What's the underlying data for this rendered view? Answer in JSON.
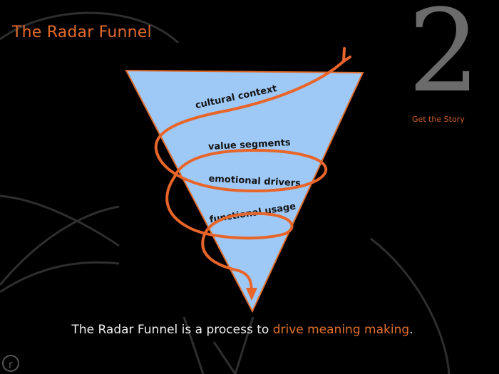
{
  "slide": {
    "title": "The Radar Funnel",
    "step_number": "2",
    "step_label": "Get the Story",
    "logo_letter": "r"
  },
  "funnel": {
    "layers": [
      "cultural context",
      "value segments",
      "emotional drivers",
      "functional usage"
    ]
  },
  "caption": {
    "text_start": "The Radar Funnel is a process to ",
    "highlight": "drive meaning making",
    "end": "."
  },
  "colors": {
    "accent": "#e06a2c",
    "funnel_fill": "#9ec9f7",
    "background": "#000000",
    "number": "#6b6b6b"
  }
}
